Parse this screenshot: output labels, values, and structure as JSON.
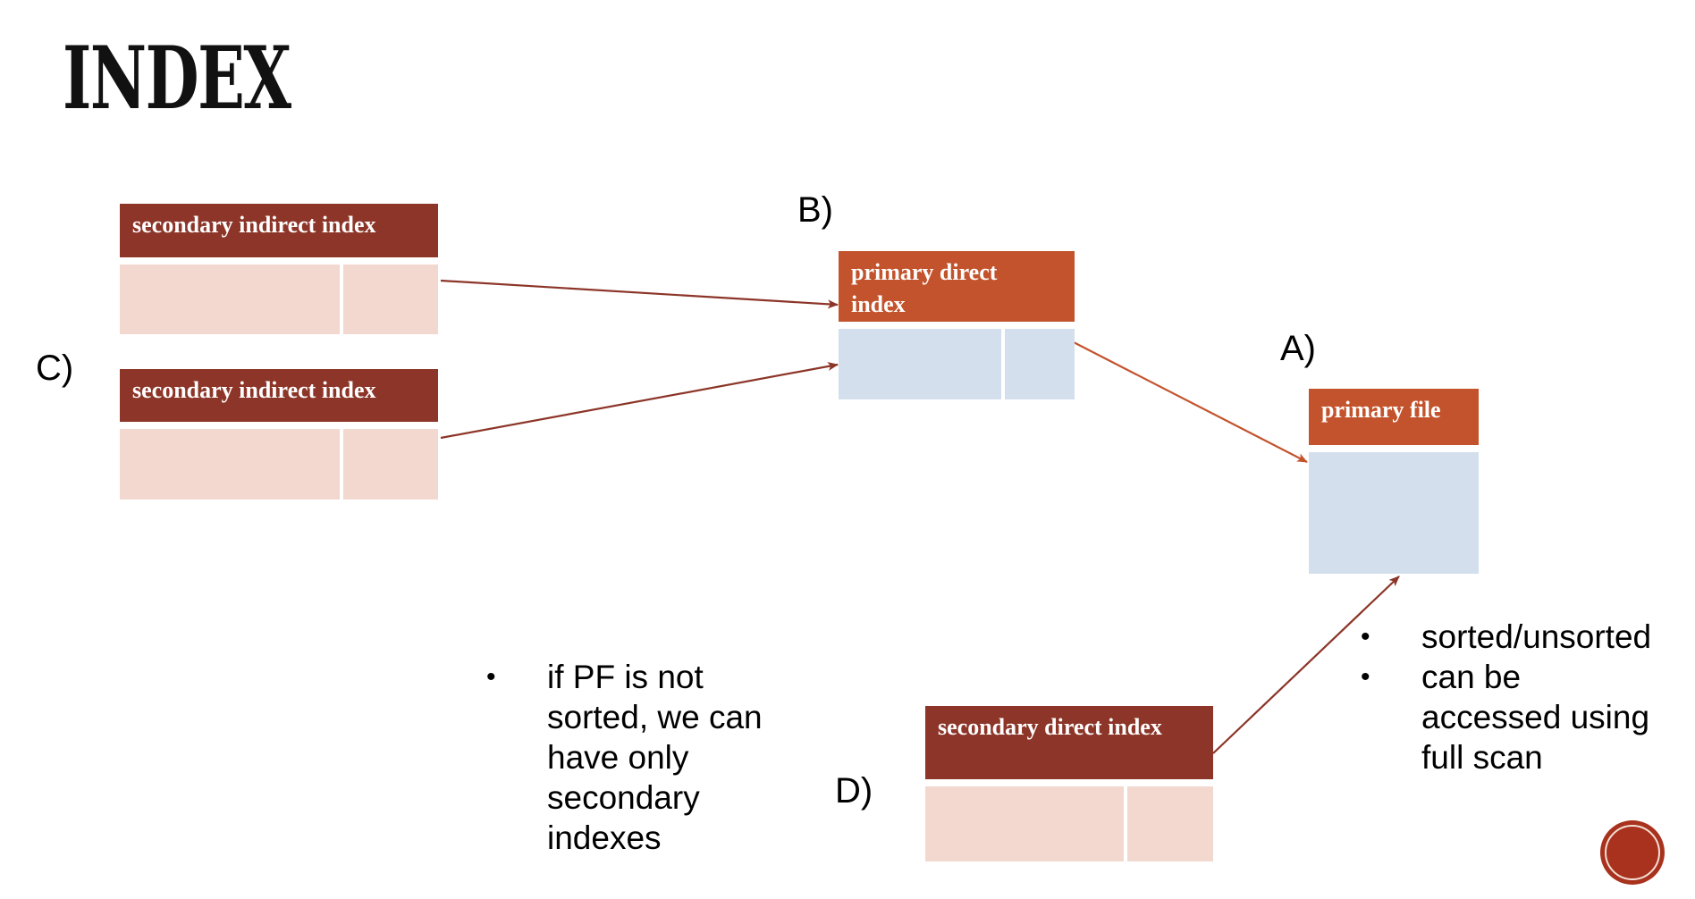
{
  "slide": {
    "title": "INDEX",
    "colors": {
      "dark_header": "#8c3528",
      "orange_header": "#c3532c",
      "pink_cell": "#f2d8cf",
      "blue_cell": "#d3dfec",
      "arrow_dark": "#8c3528",
      "arrow_orange": "#c3532c"
    }
  },
  "labels": {
    "a": "A)",
    "b": "B)",
    "c": "C)",
    "d": "D)"
  },
  "boxes": {
    "secondary_indirect_1": {
      "header": "secondary indirect index"
    },
    "secondary_indirect_2": {
      "header": "secondary indirect index"
    },
    "primary_direct": {
      "header": "primary direct\nindex"
    },
    "primary_file": {
      "header": "primary file"
    },
    "secondary_direct": {
      "header": "secondary direct index"
    }
  },
  "notes": {
    "left": [
      {
        "bullet": "•",
        "text": "if PF is not\nsorted, we can\nhave only\nsecondary\nindexes"
      }
    ],
    "right": [
      {
        "bullet": "•",
        "text": "sorted/unsorted"
      },
      {
        "bullet": "•",
        "text": "can be\naccessed using\nfull scan"
      }
    ]
  },
  "connections": [
    {
      "from": "secondary_indirect_1",
      "to": "primary_direct"
    },
    {
      "from": "secondary_indirect_2",
      "to": "primary_direct"
    },
    {
      "from": "primary_direct",
      "to": "primary_file"
    },
    {
      "from": "secondary_direct",
      "to": "primary_file"
    }
  ]
}
